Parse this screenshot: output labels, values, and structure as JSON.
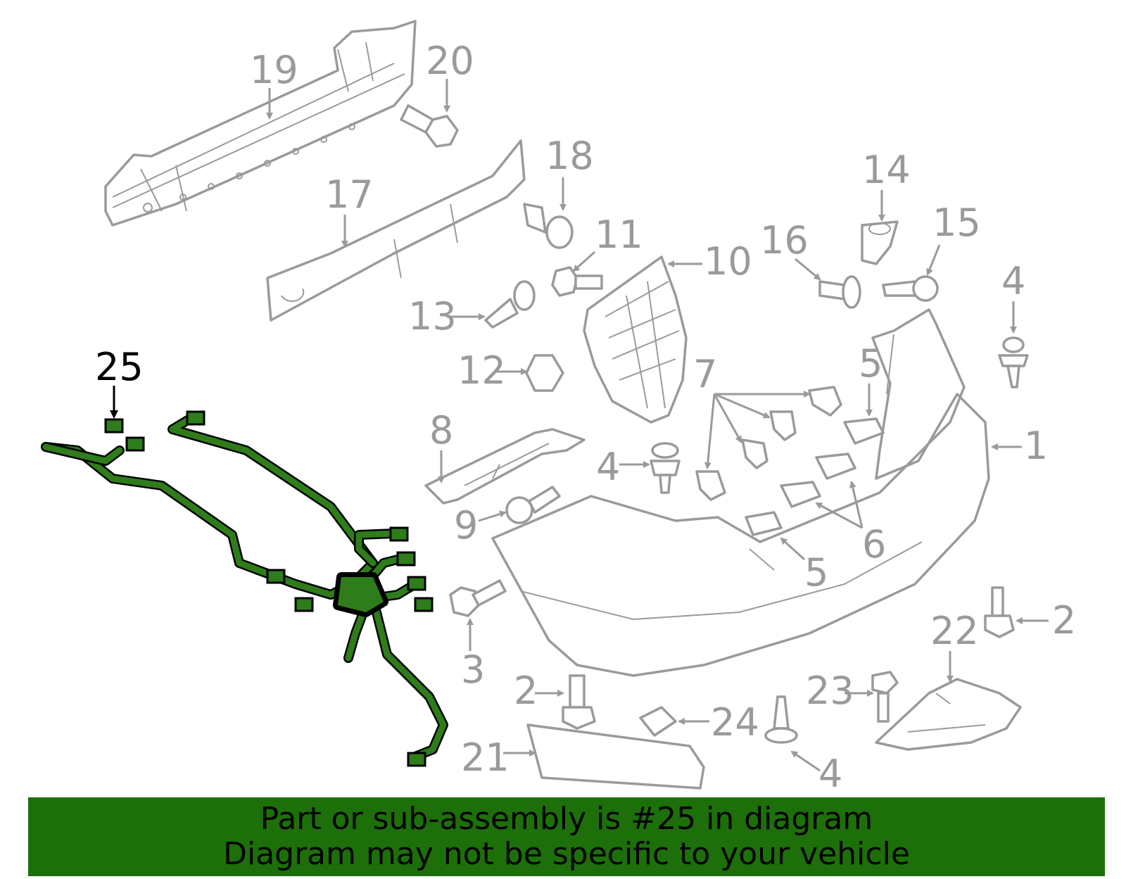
{
  "highlight_color": "#1d6f0a",
  "harness_color": "#2e7d1a",
  "part_color": "#9a9a9a",
  "highlighted_part": "25",
  "labels": [
    "1",
    "2",
    "2",
    "3",
    "4",
    "4",
    "4",
    "5",
    "5",
    "6",
    "7",
    "8",
    "9",
    "10",
    "11",
    "12",
    "13",
    "14",
    "15",
    "16",
    "17",
    "18",
    "19",
    "20",
    "21",
    "22",
    "23",
    "24",
    "25"
  ],
  "footer": {
    "line1": "Part or sub-assembly is #25 in diagram",
    "line2": "Diagram may not be specific to your vehicle"
  }
}
